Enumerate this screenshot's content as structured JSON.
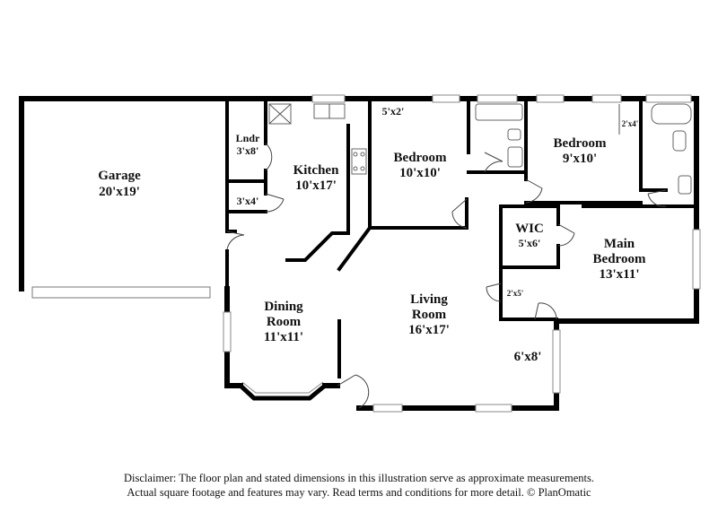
{
  "rooms": {
    "garage": {
      "name": "Garage",
      "dim": "20'x19'"
    },
    "laundry": {
      "name": "Lndr",
      "dim": "3'x8'"
    },
    "closet_3x4": {
      "dim": "3'x4'"
    },
    "kitchen": {
      "name": "Kitchen",
      "dim": "10'x17'"
    },
    "closet_5x2": {
      "dim": "5'x2'"
    },
    "bedroom1": {
      "name": "Bedroom",
      "dim": "10'x10'"
    },
    "bedroom2": {
      "name": "Bedroom",
      "dim": "9'x10'"
    },
    "closet_2x4": {
      "dim": "2'x4'"
    },
    "wic": {
      "name": "WIC",
      "dim": "5'x6'"
    },
    "main_bedroom": {
      "name_line1": "Main",
      "name_line2": "Bedroom",
      "dim": "13'x11'"
    },
    "closet_2x5": {
      "dim": "2'x5'"
    },
    "dining": {
      "name_line1": "Dining",
      "name_line2": "Room",
      "dim": "11'x11'"
    },
    "living": {
      "name_line1": "Living",
      "name_line2": "Room",
      "dim": "16'x17'"
    },
    "foyer": {
      "dim": "6'x8'"
    }
  },
  "disclaimer": {
    "line1": "Disclaimer: The floor plan and stated dimensions in this illustration serve as approximate measurements.",
    "line2": "Actual square footage and features may vary. Read terms and conditions for more detail. © PlanOmatic"
  }
}
